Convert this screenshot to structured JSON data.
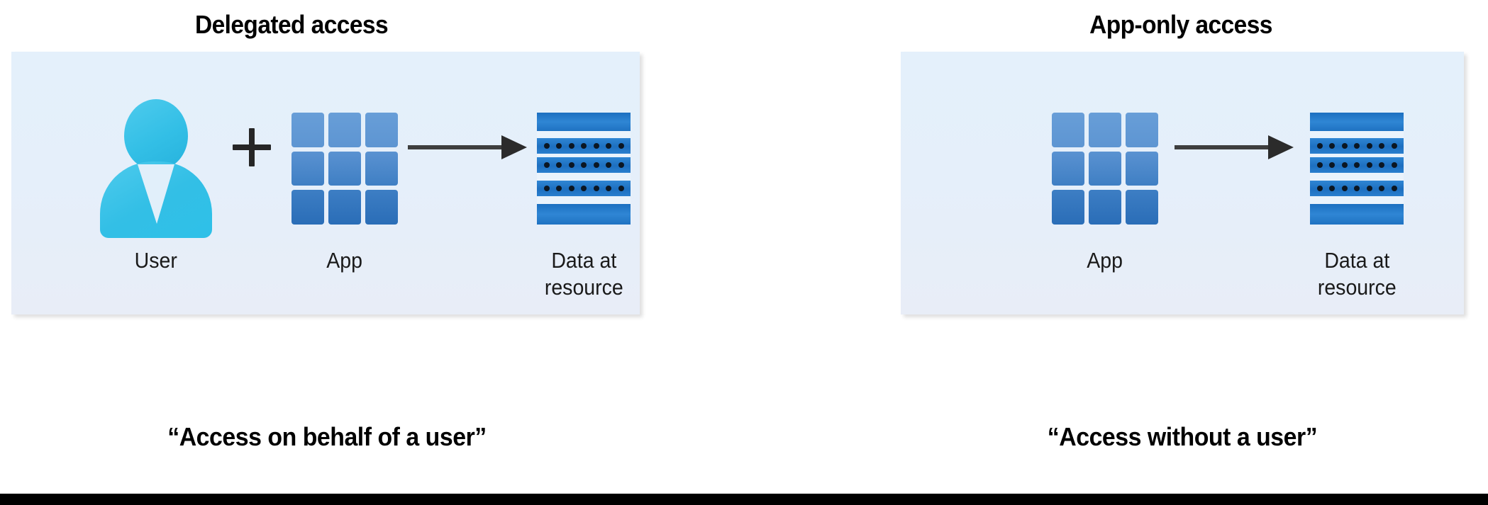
{
  "figure": {
    "title_left": "Delegated access",
    "title_right": "App-only access",
    "quote_left": "“Access on behalf of a user”",
    "quote_right": "“Access without a user”"
  },
  "panels": [
    {
      "id": "delegated-access",
      "heading": "Delegated access",
      "footer_quote": "“Access on behalf of a user”",
      "nodes": [
        {
          "icon": "user-icon",
          "label": "User"
        },
        {
          "icon": "app-grid-icon",
          "label": "App"
        },
        {
          "icon": "data-server-icon",
          "label": "Data at\nresource"
        }
      ],
      "connectors": [
        "plus-symbol",
        "arrow-right"
      ]
    },
    {
      "id": "app-only-access",
      "heading": "App-only access",
      "footer_quote": "“Access without a user”",
      "nodes": [
        {
          "icon": "app-grid-icon",
          "label": "App"
        },
        {
          "icon": "data-server-icon",
          "label": "Data at\nresource"
        }
      ],
      "connectors": [
        "arrow-right"
      ]
    }
  ],
  "labels": {
    "user": "User",
    "app": "App",
    "data_at_resource": "Data at\nresource"
  },
  "colors": {
    "panel_background_top": "#e4f0fb",
    "panel_background_bottom": "#e8edf7",
    "user_icon_cyan": "#33bfe6",
    "app_tile_light_blue": "#689ed8",
    "app_tile_dark_blue": "#2a6db7",
    "data_icon_blue": "#1c6fc0",
    "arrow_gray": "#3e3e3e",
    "heading_black": "#000000",
    "page_background": "#ffffff",
    "bottom_bar": "#000000"
  }
}
